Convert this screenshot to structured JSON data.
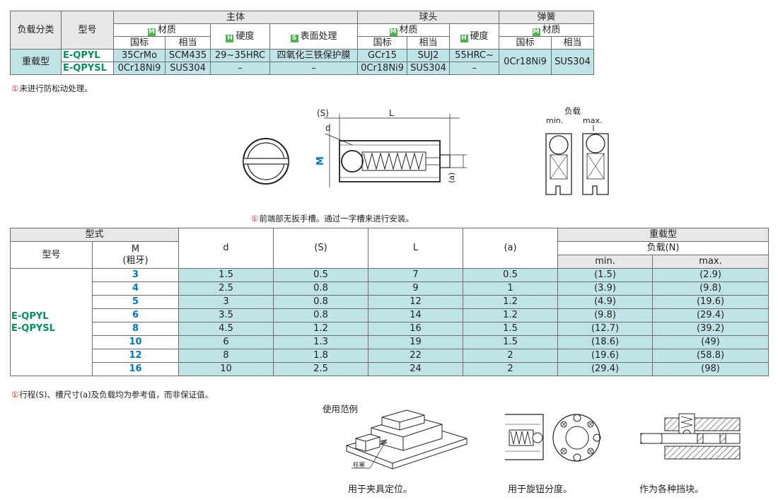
{
  "spec_table": {
    "col_load_class": "负载分类",
    "col_model": "型号",
    "group_body": "主体",
    "group_ball": "球头",
    "group_spring": "弹簧",
    "badge_m": "M",
    "badge_h": "H",
    "badge_s": "S",
    "label_material": "材质",
    "label_hardness": "硬度",
    "label_surface": "表面处理",
    "label_national": "国标",
    "label_equivalent": "相当",
    "load_type": "重载型",
    "rows": [
      {
        "code": "E-QPYL",
        "body_gb": "35CrMo",
        "body_eq": "SCM435",
        "body_hard": "29~35HRC",
        "body_surface": "四氧化三铁保护膜",
        "ball_gb": "GCr15",
        "ball_eq": "SUJ2",
        "ball_hard": "55HRC~"
      },
      {
        "code": "E-QPYSL",
        "body_gb": "0Cr18Ni9",
        "body_eq": "SUS304",
        "body_hard": "–",
        "body_surface": "–",
        "ball_gb": "0Cr18Ni9",
        "ball_eq": "SUS304",
        "ball_hard": "–"
      }
    ],
    "spring_gb": "0Cr18Ni9",
    "spring_eq": "SUS304"
  },
  "notes": {
    "mark": "①",
    "note1": "未进行防松动处理。",
    "note2": "前端部无扳手槽。通过一字槽来进行安装。",
    "note3": "行程(S)、槽尺寸(a)及负载均为参考值，而非保证值。"
  },
  "drawing": {
    "S": "(S)",
    "L": "L",
    "d": "d",
    "M": "M",
    "a": "(a)",
    "load": "负载",
    "min": "min.",
    "max": "max."
  },
  "dims_table": {
    "h_type": "型式",
    "h_model": "型号",
    "h_M": "M",
    "h_M_sub": "(粗牙)",
    "h_d": "d",
    "h_S": "(S)",
    "h_L": "L",
    "h_a": "(a)",
    "h_heavy": "重载型",
    "h_load": "负载(N)",
    "h_min": "min.",
    "h_max": "max.",
    "model_1": "E-QPYL",
    "model_2": "E-QPYSL",
    "rows": [
      {
        "M": "3",
        "d": "1.5",
        "S": "0.5",
        "L": "7",
        "a": "0.5",
        "min": "(1.5)",
        "max": "(2.9)"
      },
      {
        "M": "4",
        "d": "2.5",
        "S": "0.8",
        "L": "9",
        "a": "1",
        "min": "(3.9)",
        "max": "(9.8)"
      },
      {
        "M": "5",
        "d": "3",
        "S": "0.8",
        "L": "12",
        "a": "1.2",
        "min": "(4.9)",
        "max": "(19.6)"
      },
      {
        "M": "6",
        "d": "3.5",
        "S": "0.8",
        "L": "14",
        "a": "1.2",
        "min": "(9.8)",
        "max": "(29.4)"
      },
      {
        "M": "8",
        "d": "4.5",
        "S": "1.2",
        "L": "16",
        "a": "1.5",
        "min": "(12.7)",
        "max": "(39.2)"
      },
      {
        "M": "10",
        "d": "6",
        "S": "1.3",
        "L": "19",
        "a": "1.5",
        "min": "(18.6)",
        "max": "(49)"
      },
      {
        "M": "12",
        "d": "8",
        "S": "1.8",
        "L": "22",
        "a": "2",
        "min": "(19.6)",
        "max": "(58.8)"
      },
      {
        "M": "16",
        "d": "10",
        "S": "2.5",
        "L": "24",
        "a": "2",
        "min": "(29.4)",
        "max": "(98)"
      }
    ]
  },
  "examples": {
    "title": "使用范例",
    "plunger_label": "柱塞",
    "caption_1": "用于夹具定位。",
    "caption_2": "用于旋钮分度。",
    "caption_3": "作为各种挡块。"
  },
  "colors": {
    "teal": "#bfe3e6",
    "header_gray": "#e6e7e8",
    "code_green": "#00915a",
    "size_blue": "#0078c1",
    "badge_green": "#49b649",
    "note_red": "#e1251b"
  }
}
